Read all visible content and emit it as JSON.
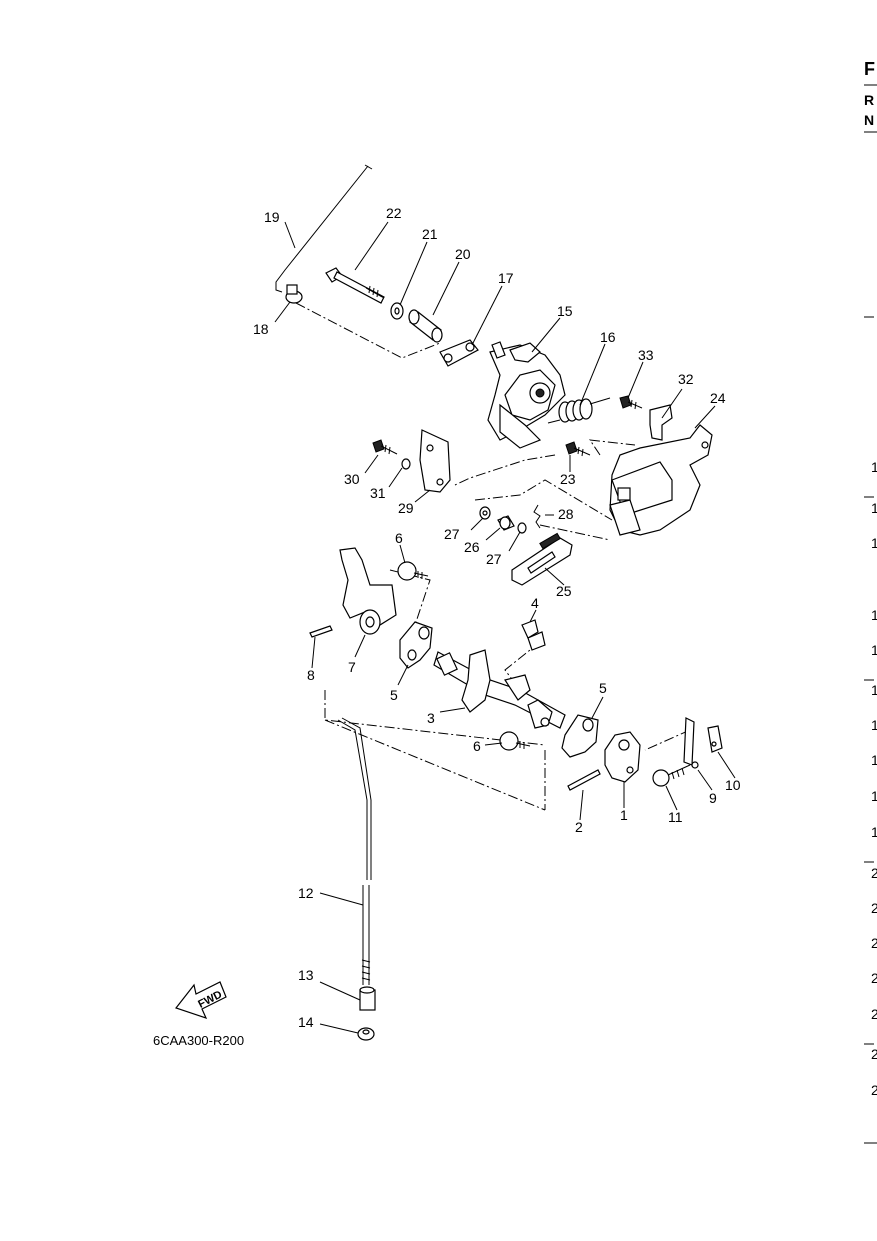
{
  "diagram": {
    "drawing_code": "6CAA300-R200",
    "fwd_label": "FWD",
    "callouts": {
      "c1": "1",
      "c2": "2",
      "c3": "3",
      "c4": "4",
      "c5a": "5",
      "c5b": "5",
      "c6a": "6",
      "c6b": "6",
      "c7": "7",
      "c8": "8",
      "c9": "9",
      "c10": "10",
      "c11": "11",
      "c12": "12",
      "c13": "13",
      "c14": "14",
      "c15": "15",
      "c16": "16",
      "c17": "17",
      "c18": "18",
      "c19": "19",
      "c20": "20",
      "c21": "21",
      "c22": "22",
      "c23": "23",
      "c24": "24",
      "c25": "25",
      "c26": "26",
      "c27a": "27",
      "c27b": "27",
      "c28": "28",
      "c29": "29",
      "c30": "30",
      "c31": "31",
      "c32": "32",
      "c33": "33"
    }
  },
  "right_edge": {
    "header": [
      "F",
      "R",
      "N"
    ],
    "column": [
      "1",
      "1",
      "1",
      "1",
      "1",
      "1",
      "1",
      "1",
      "1",
      "1",
      "2",
      "2",
      "2",
      "2",
      "2",
      "2",
      "2"
    ]
  }
}
